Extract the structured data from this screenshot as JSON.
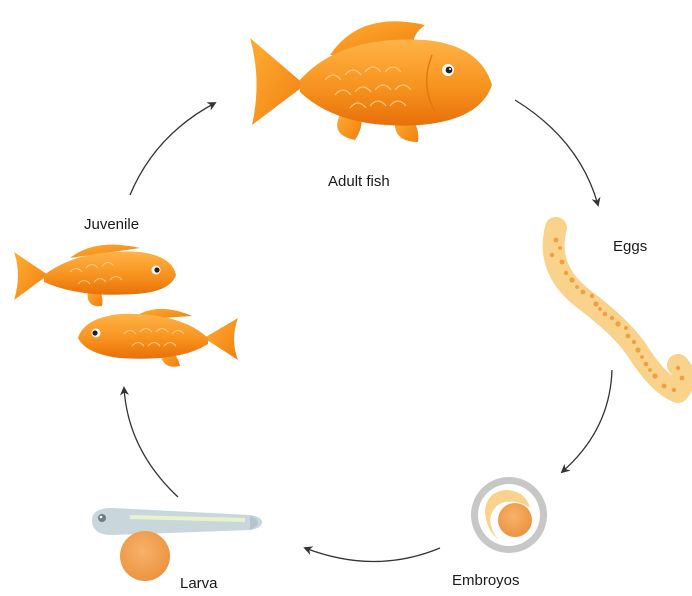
{
  "stages": {
    "adult": "Adult fish",
    "eggs": "Eggs",
    "embryos": "Embroyos",
    "larva": "Larva",
    "juvenile": "Juvenile"
  },
  "colors": {
    "fish_orange": "#f7931e",
    "fish_light": "#ffb347",
    "fish_dark": "#e8700a",
    "egg_strand": "#f9d28c",
    "egg_dot": "#f0a040",
    "embryo_ring": "#c7c7c7",
    "embryo_yolk": "#f2a65a",
    "larva_body": "#c9d6dc",
    "arrow": "#333333"
  }
}
